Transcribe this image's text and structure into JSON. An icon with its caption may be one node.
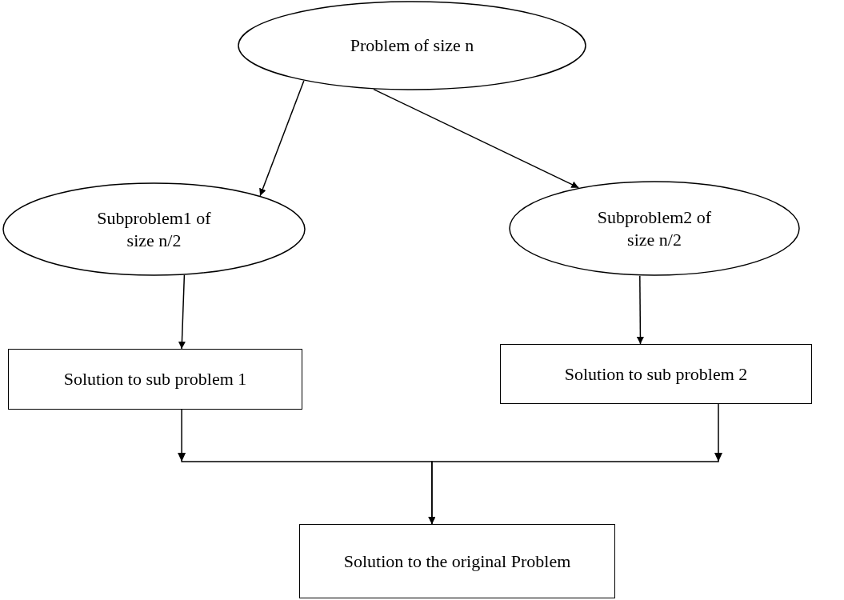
{
  "diagram": {
    "nodes": [
      {
        "text": [
          "Problem of size n"
        ]
      },
      {
        "text": [
          "Subproblem1 of size n/2"
        ]
      },
      {
        "text": [
          "Subproblem2 of size n/2"
        ]
      },
      {
        "text": [
          "Solution to sub problem 1"
        ]
      },
      {
        "text": [
          "Solution to sub problem 2"
        ]
      },
      {
        "text": [
          "Solution to the original Problem"
        ]
      }
    ],
    "edges": [
      {
        "from": 0,
        "to": 1,
        "arrow": "to"
      },
      {
        "from": 0,
        "to": 2,
        "arrow": "to"
      },
      {
        "from": 1,
        "to": 3,
        "arrow": "to"
      },
      {
        "from": 2,
        "to": 4,
        "arrow": "to"
      },
      {
        "from": 3,
        "to": 5,
        "arrow": "to"
      },
      {
        "from": 4,
        "to": 5,
        "arrow": "to"
      }
    ]
  }
}
